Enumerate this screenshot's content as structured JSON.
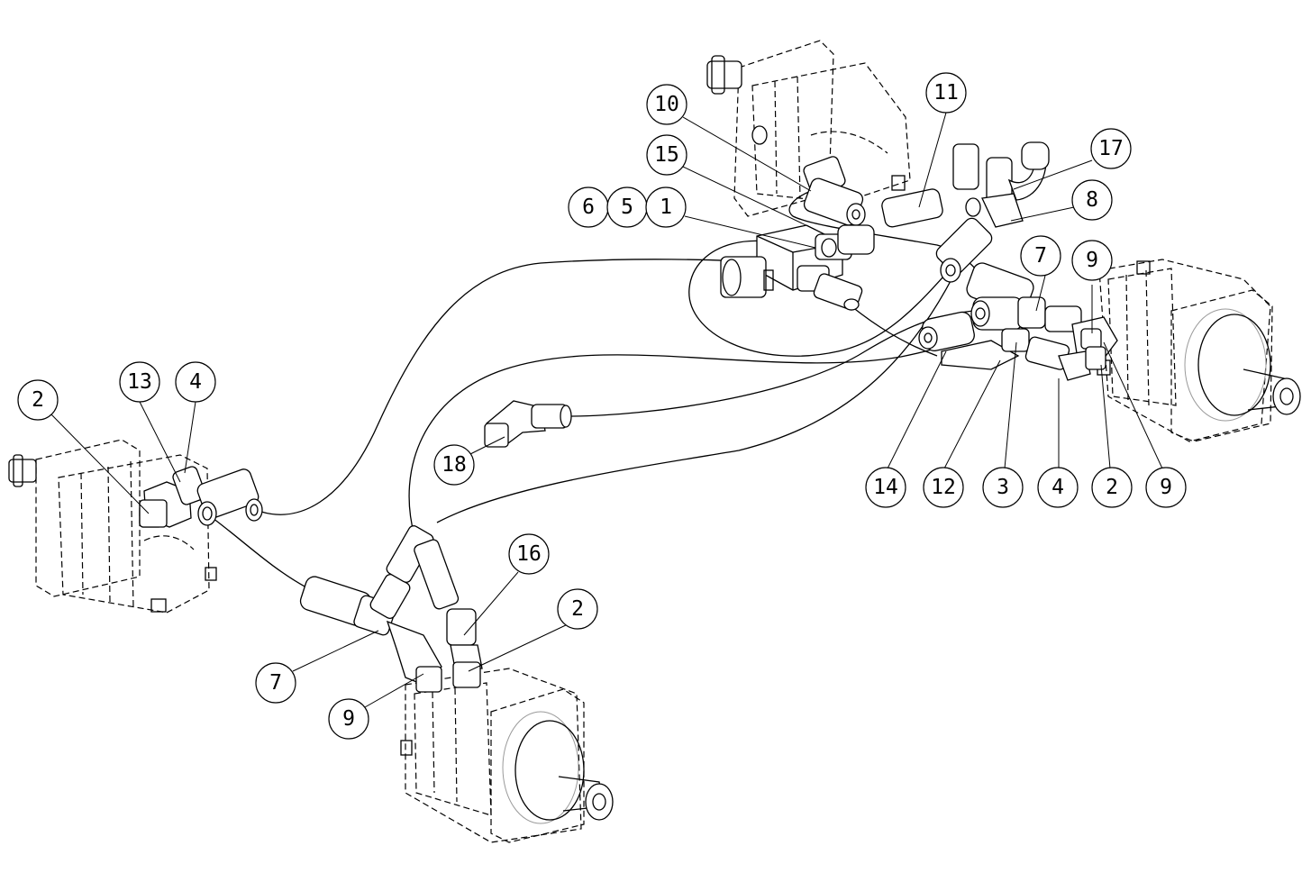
{
  "balloons": {
    "b10": "10",
    "b11": "11",
    "b15": "15",
    "b17": "17",
    "b6": "6",
    "b5": "5",
    "b1": "1",
    "b8": "8",
    "b7_right": "7",
    "b9_right_top": "9",
    "b2_left": "2",
    "b13": "13",
    "b4_left": "4",
    "b18": "18",
    "b14": "14",
    "b12": "12",
    "b3": "3",
    "b4_right": "4",
    "b2_right": "2",
    "b9_right_bottom": "9",
    "b16": "16",
    "b2_bottom": "2",
    "b7_bottom": "7",
    "b9_bottom": "9"
  },
  "colors": {
    "line": "#000000",
    "background": "#ffffff",
    "hidden_detail": "#9a9a9a"
  }
}
